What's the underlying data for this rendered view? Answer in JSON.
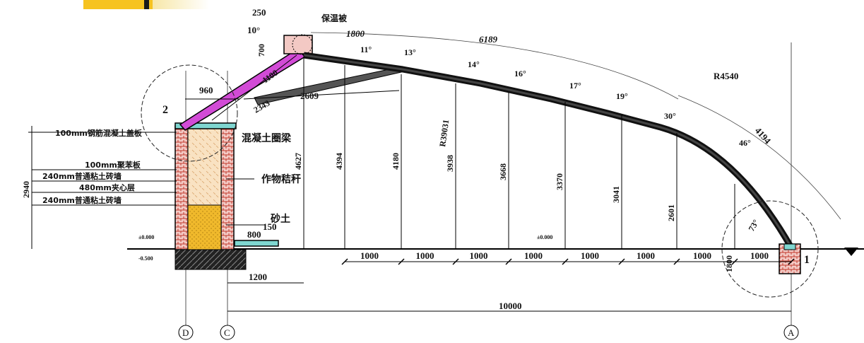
{
  "top_dims": {
    "w250": "250",
    "a10": "10°",
    "h700": "700",
    "note_insulation": "保温被",
    "d1800": "1800",
    "arc6189": "6189",
    "d1100": "1100",
    "d960": "960",
    "d2609": "2609",
    "d2343": "2343",
    "mark2": "2"
  },
  "angles": [
    "11°",
    "13°",
    "14°",
    "16°",
    "17°",
    "19°",
    "30°",
    "46°",
    "73°"
  ],
  "radius": {
    "r4540": "R4540",
    "r39031": "R39031",
    "arc4194": "4194"
  },
  "heights": [
    "4627",
    "4394",
    "4180",
    "3938",
    "3668",
    "3370",
    "3041",
    "2601",
    "1800"
  ],
  "wall_labels": {
    "roof_slab": "100mm钢筋混凝土盖板",
    "beam": "混凝土圈梁",
    "board": "100mm聚苯板",
    "brick1": "240mm普通粘土砖墙",
    "layer": "480mm夹心层",
    "brick2": "240mm普通粘土砖墙",
    "fill_straw": "作物秸秆",
    "fill_sand": "砂土"
  },
  "elev": {
    "h2940": "2940",
    "zero_left": "±0.000",
    "neg": "-0.500",
    "zero_mid": "±0.000"
  },
  "base_dims": {
    "d800": "800",
    "d150": "150",
    "d1200": "1200",
    "span": "10000",
    "mark1": "1"
  },
  "spacing": [
    "1000",
    "1000",
    "1000",
    "1000",
    "1000",
    "1000",
    "1000",
    "1000"
  ],
  "axes": [
    "D",
    "C",
    "A"
  ]
}
